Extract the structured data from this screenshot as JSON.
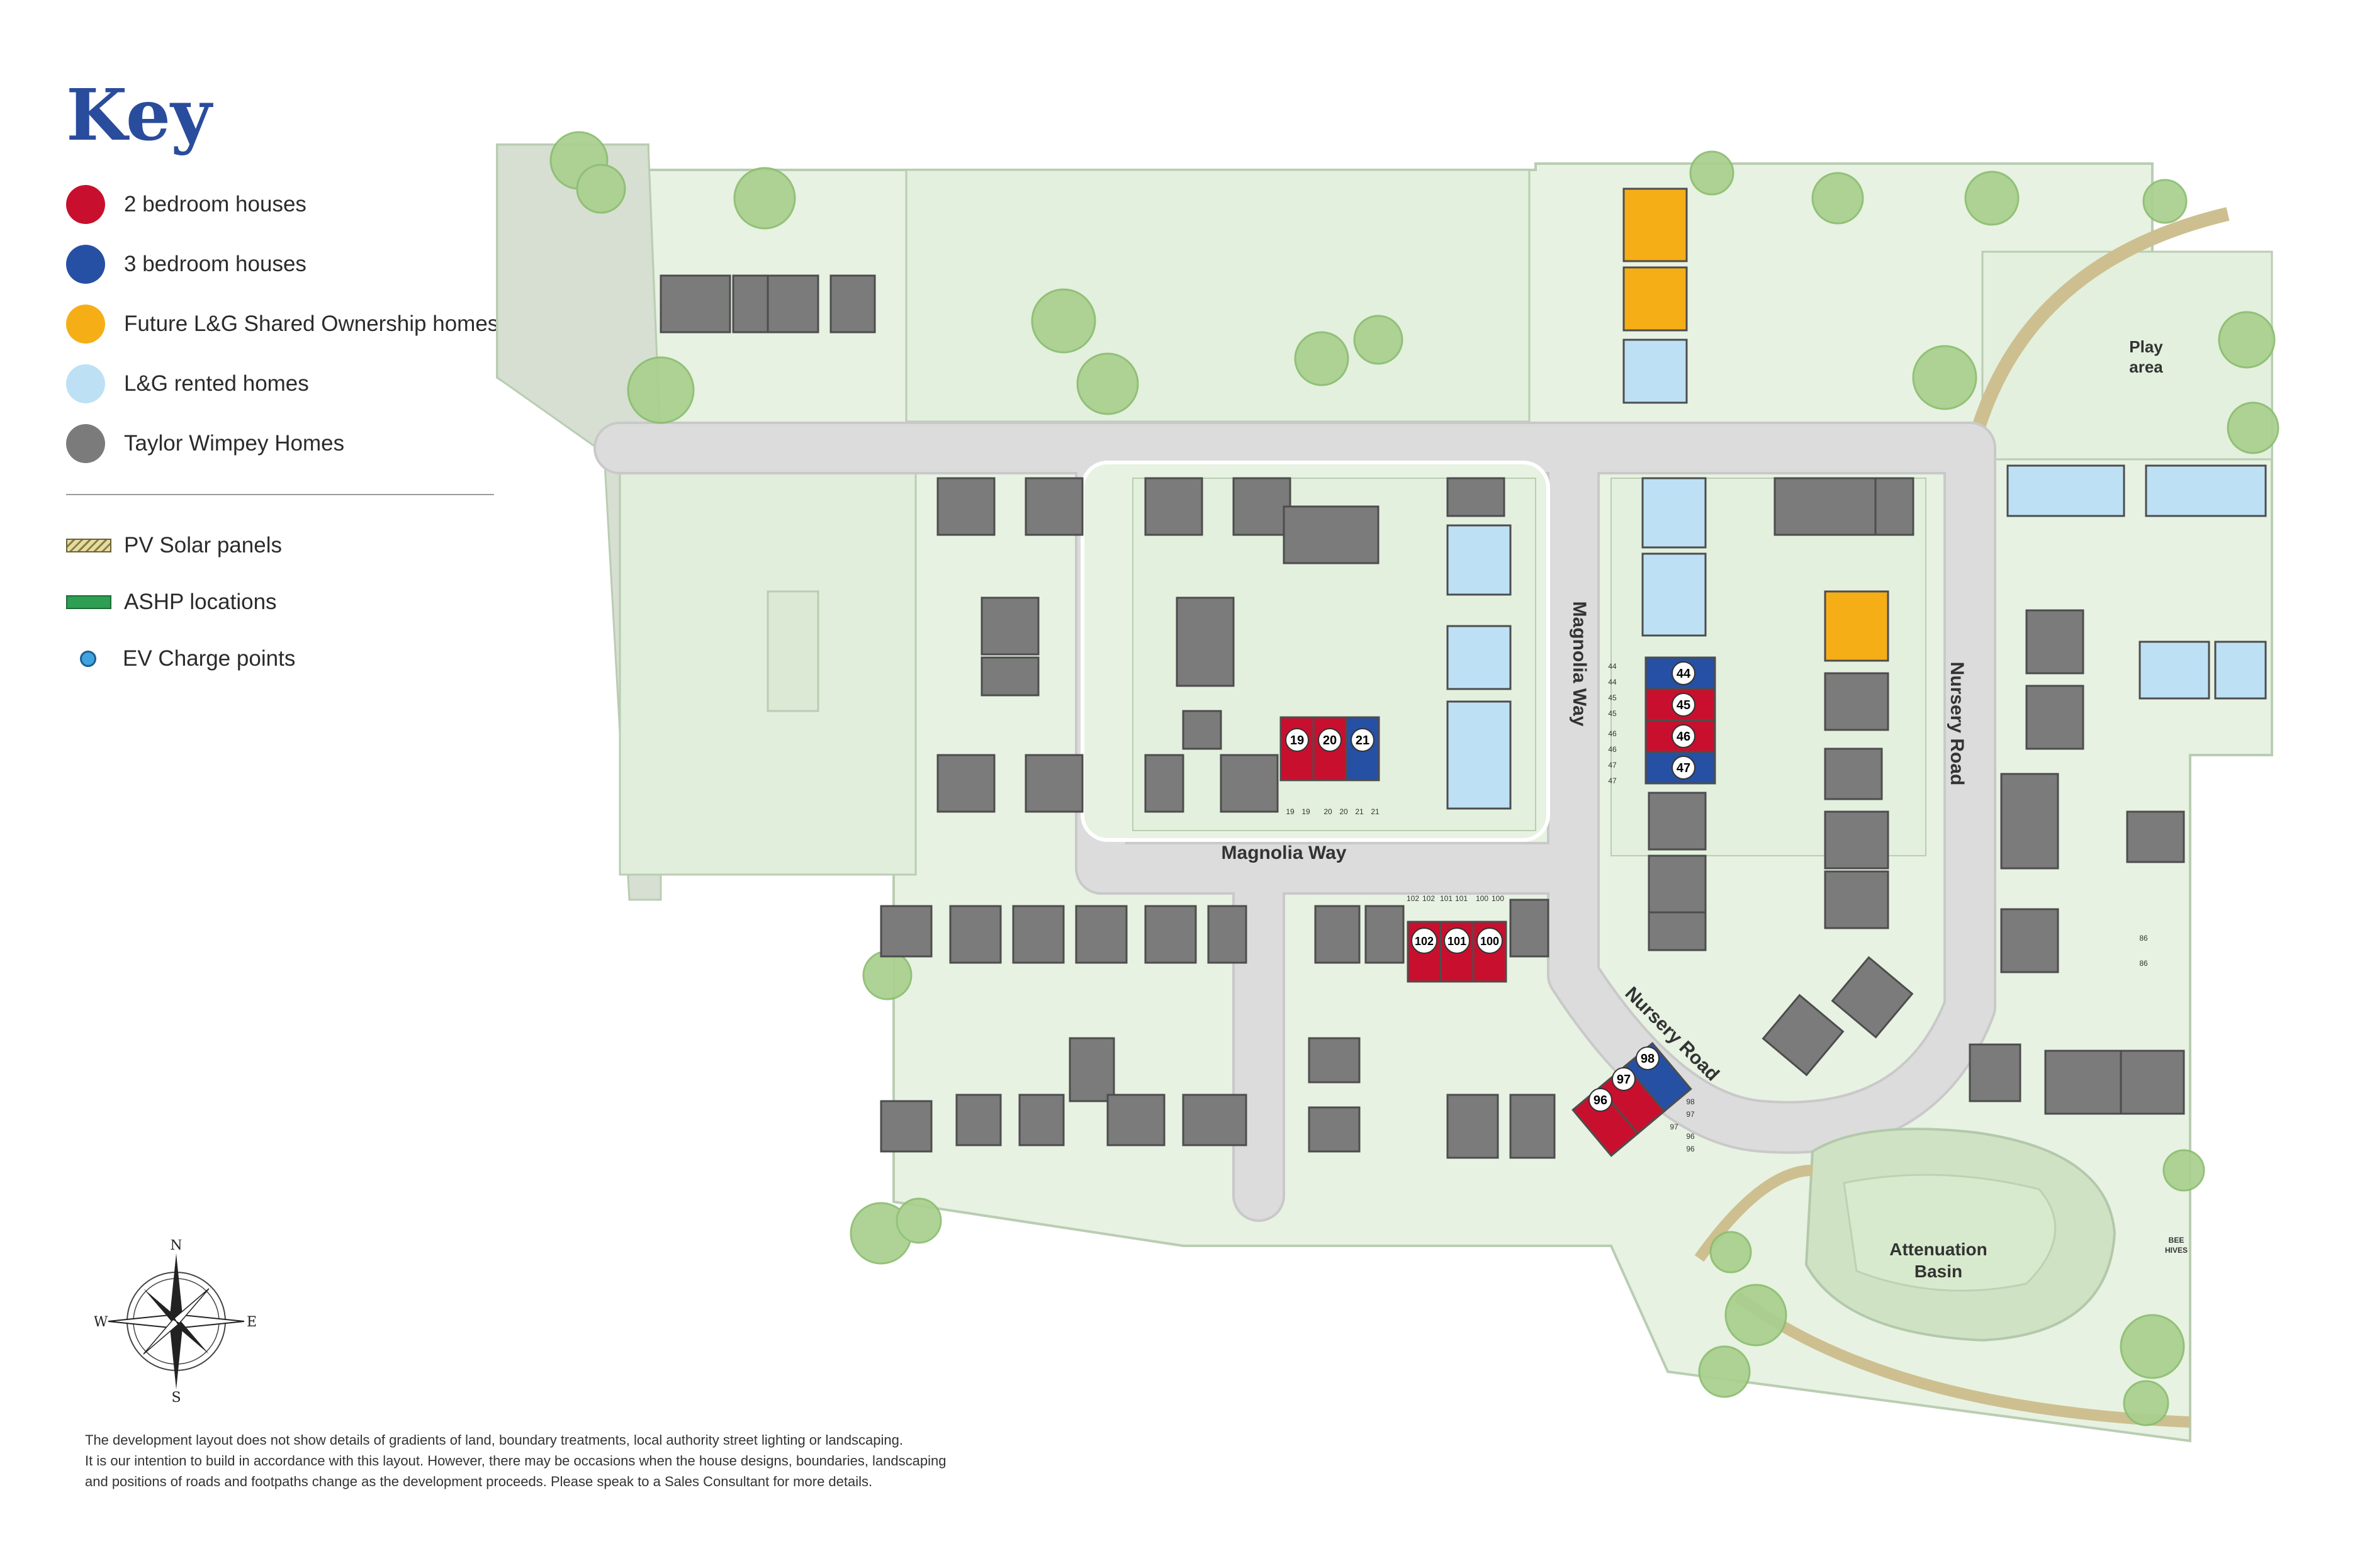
{
  "key": {
    "title": "Key",
    "items": [
      {
        "label": "2 bedroom houses",
        "color": "#c8102e"
      },
      {
        "label": "3 bedroom houses",
        "color": "#2650a4"
      },
      {
        "label": "Future L&G Shared Ownership homes",
        "color": "#f6ae17"
      },
      {
        "label": "L&G rented homes",
        "color": "#bde0f5"
      },
      {
        "label": "Taylor Wimpey Homes",
        "color": "#7b7b7b"
      }
    ],
    "features": [
      {
        "label": "PV Solar panels",
        "color": "#e6dca0",
        "icon": "solar-panel-icon"
      },
      {
        "label": "ASHP locations",
        "color": "#2e9e52",
        "icon": "ashp-icon"
      },
      {
        "label": "EV Charge points",
        "color": "#3fa3e0",
        "icon": "ev-charge-icon"
      }
    ]
  },
  "map": {
    "roads": [
      "Magnolia Way",
      "Magnolia Way",
      "Nursery Road",
      "Nursery Road"
    ],
    "areas": [
      {
        "line1": "Play",
        "line2": "area"
      },
      {
        "line1": "Attenuation",
        "line2": "Basin"
      }
    ],
    "bee_hives": {
      "line1": "BEE",
      "line2": "HIVES"
    },
    "plots": [
      {
        "number": "19",
        "type": "2 bedroom houses",
        "color": "#c8102e"
      },
      {
        "number": "20",
        "type": "2 bedroom houses",
        "color": "#c8102e"
      },
      {
        "number": "21",
        "type": "3 bedroom houses",
        "color": "#2650a4"
      },
      {
        "number": "44",
        "type": "3 bedroom houses",
        "color": "#2650a4"
      },
      {
        "number": "45",
        "type": "2 bedroom houses",
        "color": "#c8102e"
      },
      {
        "number": "46",
        "type": "2 bedroom houses",
        "color": "#c8102e"
      },
      {
        "number": "47",
        "type": "3 bedroom houses",
        "color": "#2650a4"
      },
      {
        "number": "102",
        "type": "2 bedroom houses",
        "color": "#c8102e"
      },
      {
        "number": "101",
        "type": "2 bedroom houses",
        "color": "#c8102e"
      },
      {
        "number": "100",
        "type": "2 bedroom houses",
        "color": "#c8102e"
      },
      {
        "number": "96",
        "type": "2 bedroom houses",
        "color": "#c8102e"
      },
      {
        "number": "97",
        "type": "2 bedroom houses",
        "color": "#c8102e"
      },
      {
        "number": "98",
        "type": "3 bedroom houses",
        "color": "#2650a4"
      }
    ],
    "parking_labels": {
      "row_19_21": [
        "19",
        "19",
        "20",
        "20",
        "21",
        "21"
      ],
      "row_100_102": [
        "102",
        "102",
        "101",
        "101",
        "100",
        "100"
      ],
      "col_44_47": [
        "44",
        "44",
        "45",
        "45",
        "46",
        "46",
        "47",
        "47"
      ],
      "row_96_98": [
        "98",
        "97",
        "97",
        "96",
        "96"
      ],
      "plot_86": [
        "86",
        "86"
      ]
    },
    "compass": {
      "n": "N",
      "s": "S",
      "e": "E",
      "w": "W"
    }
  },
  "disclaimer": [
    "The development layout does not show details of gradients of land, boundary treatments, local authority street lighting or landscaping.",
    "It is our intention to build in accordance with this layout. However, there may be occasions when the house designs, boundaries, landscaping",
    "and positions of roads and footpaths change as the development proceeds. Please speak to a Sales Consultant for more details."
  ],
  "colors": {
    "land": "#e7f2e2",
    "road": "#dcdcdc",
    "boundary": "#b9cdb2",
    "tree": "#a9d08e",
    "water": "#d3e6c9",
    "tw_house": "#7b7b7b"
  }
}
